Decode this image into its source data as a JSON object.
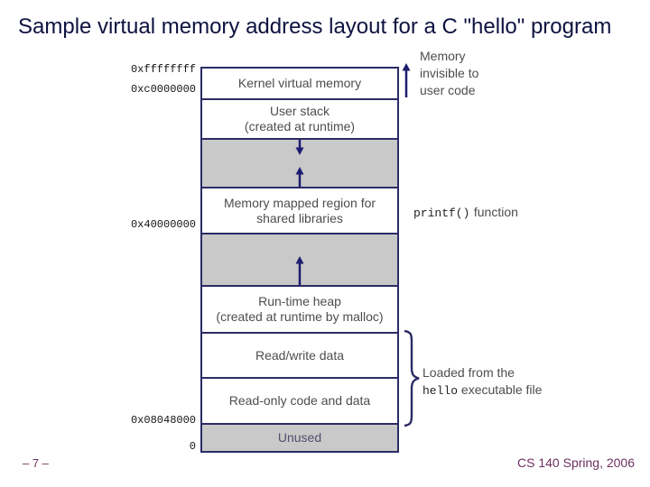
{
  "title": "Sample virtual memory address layout for a C \"hello\" program",
  "addresses": {
    "top": "0xffffffff",
    "kernel_base": "0xc0000000",
    "shared_lib": "0x40000000",
    "text_start": "0x08048000",
    "zero": "0"
  },
  "regions": {
    "kernel": {
      "line1": "Kernel virtual memory"
    },
    "user_stack": {
      "line1": "User stack",
      "line2": "(created at runtime)"
    },
    "mmap": {
      "line1": "Memory mapped region for",
      "line2": "shared libraries"
    },
    "heap": {
      "line1": "Run-time heap",
      "line2": "(created at runtime by malloc)"
    },
    "rw_data": {
      "line1": "Read/write data"
    },
    "ro_code": {
      "line1": "Read-only code and data"
    },
    "unused": {
      "line1": "Unused"
    }
  },
  "annotations": {
    "invisible_line1": "Memory",
    "invisible_line2": "invisible to",
    "invisible_line3": "user code",
    "printf_code": "printf()",
    "printf_text": "function",
    "loaded_line1": "Loaded from the",
    "loaded_code": "hello",
    "loaded_text": " executable file"
  },
  "footer": {
    "left": "– 7 –",
    "right": "CS 140 Spring, 2006"
  },
  "colors": {
    "title_text": "#0e1240",
    "box_border": "#2b2b66",
    "gray_fill": "#c9c9c9",
    "label_text": "#4d4d4d",
    "arrow": "#1c1c70",
    "footer_text": "#6e3060"
  }
}
